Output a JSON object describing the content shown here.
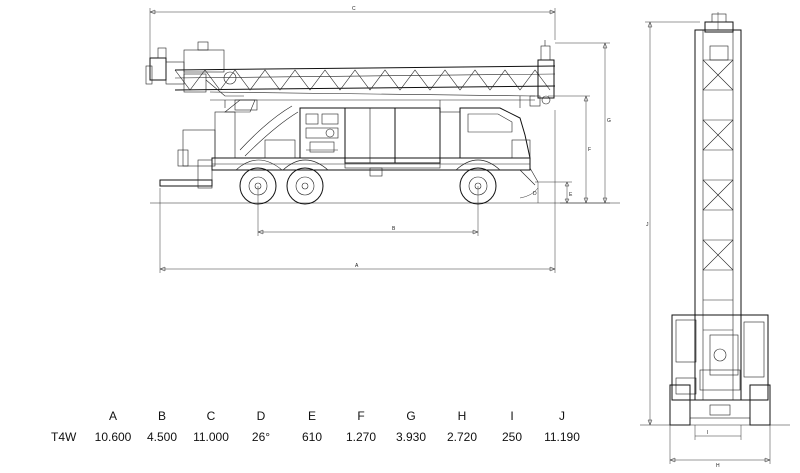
{
  "dimension_labels": {
    "A": "A",
    "B": "B",
    "C": "C",
    "D": "D",
    "E": "E",
    "F": "F",
    "G": "G",
    "H": "H",
    "I": "I",
    "J": "J"
  },
  "spec_table": {
    "headers": [
      "A",
      "B",
      "C",
      "D",
      "E",
      "F",
      "G",
      "H",
      "I",
      "J"
    ],
    "rows": [
      {
        "model": "T4W",
        "values": [
          "10.600",
          "4.500",
          "11.000",
          "26°",
          "610",
          "1.270",
          "3.930",
          "2.720",
          "250",
          "11.190"
        ]
      }
    ]
  }
}
